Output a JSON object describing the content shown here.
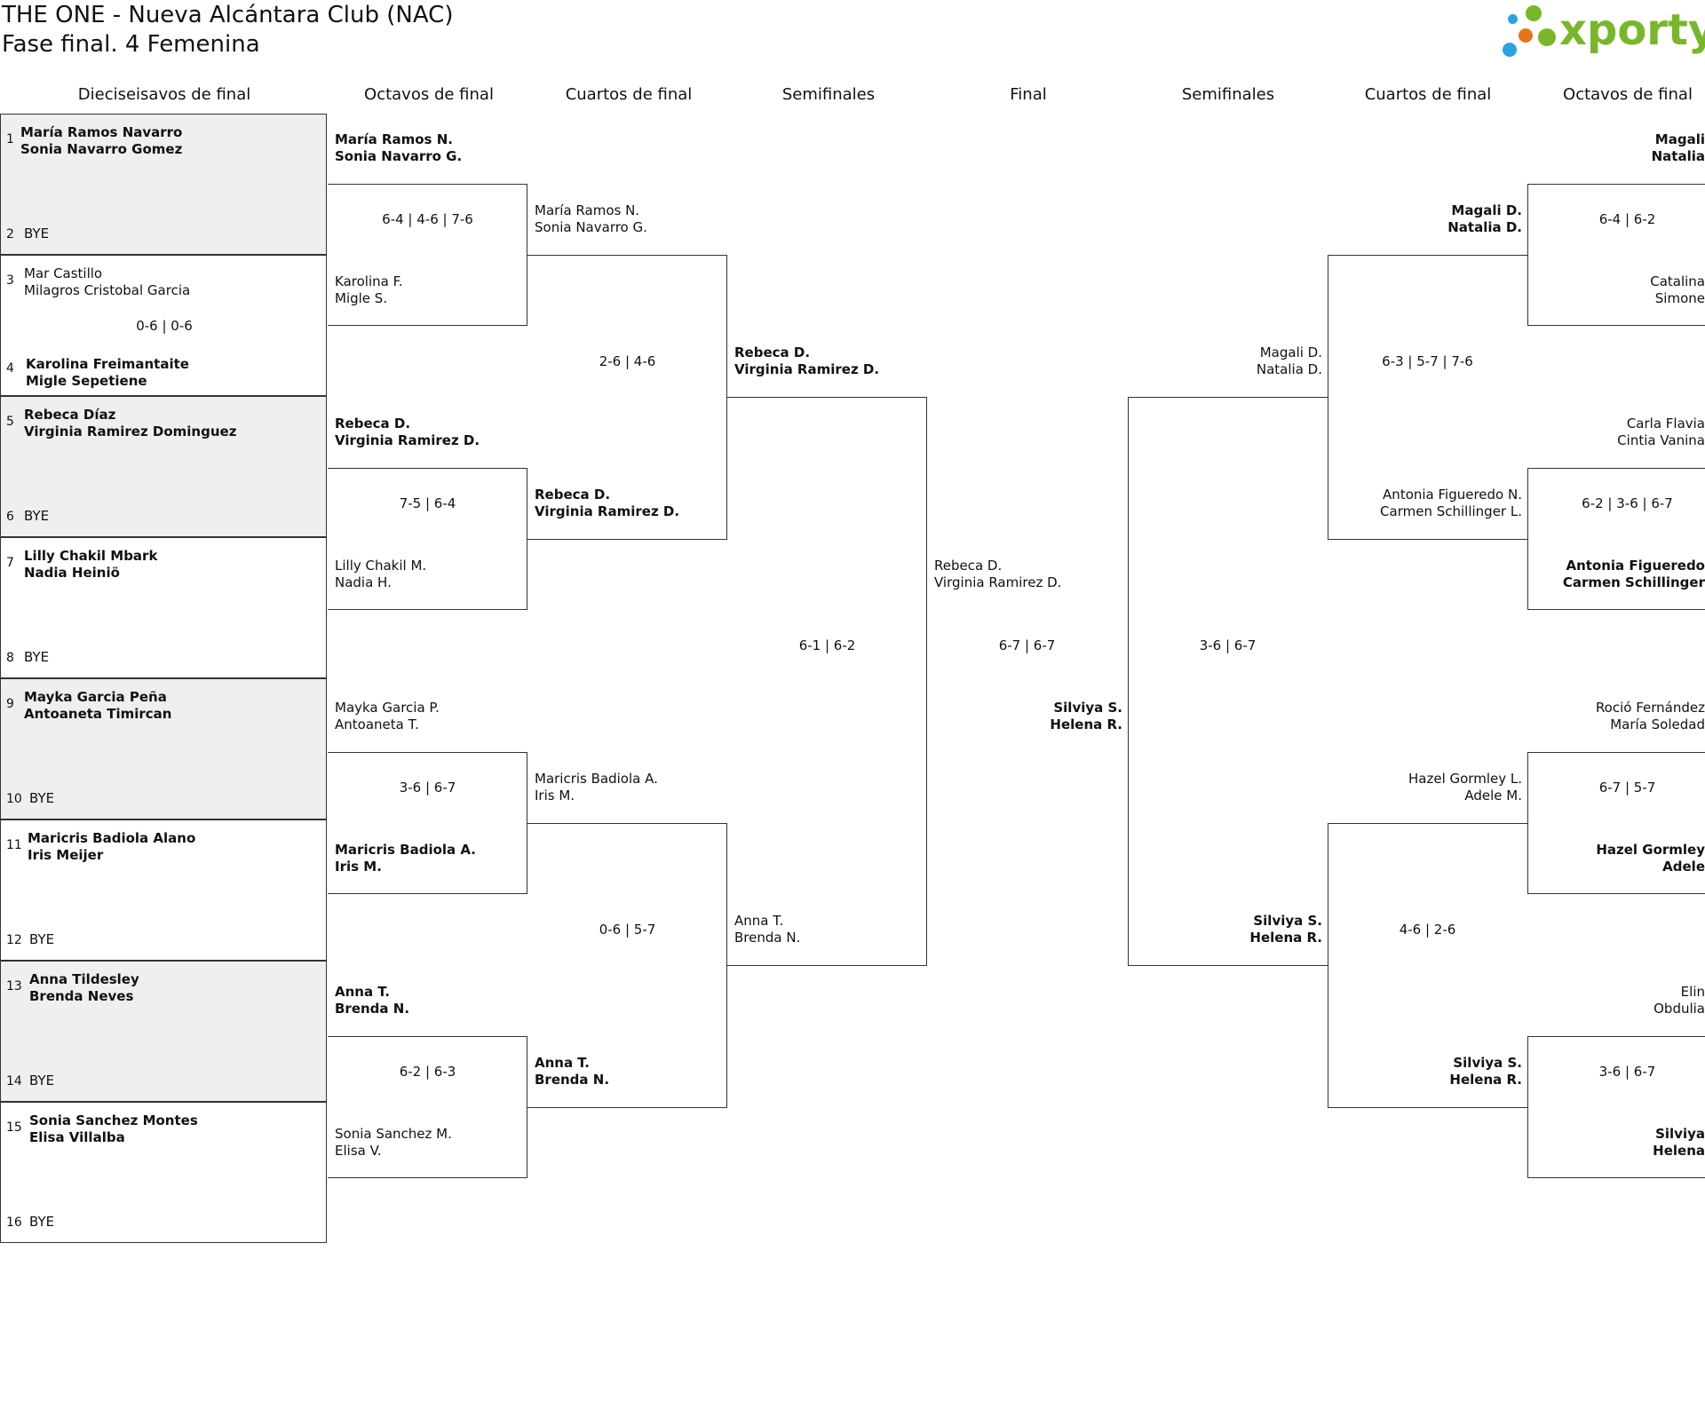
{
  "title": {
    "line1": "THE ONE - Nueva Alcántara Club (NAC)",
    "line2": "Fase final. 4 Femenina"
  },
  "logo": {
    "text": "xporty",
    "colors": [
      "#2aa4e0",
      "#79b72a",
      "#e8731f"
    ]
  },
  "headers": [
    "Dieciseisavos de final",
    "Octavos de final",
    "Cuartos de final",
    "Semifinales",
    "Final",
    "Semifinales",
    "Cuartos de final",
    "Octavos de final"
  ],
  "r32": [
    {
      "seed_a": "1",
      "a1": "María Ramos Navarro",
      "a2": "Sonia Navarro Gomez",
      "seed_b": "2",
      "b": "BYE",
      "score": ""
    },
    {
      "seed_a": "3",
      "a1": "Mar Castillo",
      "a2": "Milagros Cristobal Garcia",
      "seed_b": "4",
      "b1": "Karolina Freimantaite",
      "b2": "Migle Sepetiene",
      "score": "0-6 | 0-6"
    },
    {
      "seed_a": "5",
      "a1": "Rebeca Díaz",
      "a2": "Virginia Ramirez Dominguez",
      "seed_b": "6",
      "b": "BYE",
      "score": ""
    },
    {
      "seed_a": "7",
      "a1": "Lilly Chakil Mbark",
      "a2": "Nadia Heiniö",
      "seed_b": "8",
      "b": "BYE",
      "score": ""
    },
    {
      "seed_a": "9",
      "a1": "Mayka Garcia Peña",
      "a2": "Antoaneta Timircan",
      "seed_b": "10",
      "b": "BYE",
      "score": ""
    },
    {
      "seed_a": "11",
      "a1": "Maricris Badiola Alano",
      "a2": "Iris Meijer",
      "seed_b": "12",
      "b": "BYE",
      "score": ""
    },
    {
      "seed_a": "13",
      "a1": "Anna Tildesley",
      "a2": "Brenda Neves",
      "seed_b": "14",
      "b": "BYE",
      "score": ""
    },
    {
      "seed_a": "15",
      "a1": "Sonia Sanchez Montes",
      "a2": "Elisa Villalba",
      "seed_b": "16",
      "b": "BYE",
      "score": ""
    }
  ],
  "left_r16": [
    {
      "top1": "María Ramos N.",
      "top2": "Sonia Navarro G.",
      "bot1": "Karolina F.",
      "bot2": "Migle S.",
      "score": "6-4 | 4-6 | 7-6"
    },
    {
      "top1": "Rebeca D.",
      "top2": "Virginia Ramirez D.",
      "bot1": "Lilly Chakil M.",
      "bot2": "Nadia H.",
      "score": "7-5 | 6-4"
    },
    {
      "top1": "Mayka Garcia P.",
      "top2": "Antoaneta T.",
      "bot1": "Maricris Badiola A.",
      "bot2": "Iris M.",
      "score": "3-6 | 6-7"
    },
    {
      "top1": "Anna T.",
      "top2": "Brenda N.",
      "bot1": "Sonia Sanchez M.",
      "bot2": "Elisa V.",
      "score": "6-2 | 6-3"
    }
  ],
  "left_qf": [
    {
      "top1": "María Ramos N.",
      "top2": "Sonia Navarro G.",
      "bot1": "Rebeca D.",
      "bot2": "Virginia Ramirez D.",
      "score": "2-6 | 4-6"
    },
    {
      "top1": "Maricris Badiola A.",
      "top2": "Iris M.",
      "bot1": "Anna T.",
      "bot2": "Brenda N.",
      "score": "0-6 | 5-7"
    }
  ],
  "left_sf": {
    "top1": "Rebeca D.",
    "top2": "Virginia Ramirez D.",
    "bot1": "Anna T.",
    "bot2": "Brenda N.",
    "score": "6-1 | 6-2"
  },
  "final": {
    "left1": "Rebeca D.",
    "left2": "Virginia Ramirez D.",
    "right1": "Silviya S.",
    "right2": "Helena R.",
    "score": "6-7 | 6-7"
  },
  "right_sf": {
    "top1": "Magali D.",
    "top2": "Natalia D.",
    "bot1": "Silviya S.",
    "bot2": "Helena R.",
    "score": "3-6 | 6-7"
  },
  "right_qf": [
    {
      "top1": "Magali D.",
      "top2": "Natalia D.",
      "bot1": "Antonia Figueredo N.",
      "bot2": "Carmen Schillinger L.",
      "score": "6-3 | 5-7 | 7-6"
    },
    {
      "top1": "Hazel Gormley L.",
      "top2": "Adele M.",
      "bot1": "Silviya S.",
      "bot2": "Helena R.",
      "score": "4-6 | 2-6"
    }
  ],
  "right_r16": [
    {
      "top1": "Magali",
      "top2": "Natalia",
      "bot1": "Catalina",
      "bot2": "Simone",
      "score": "6-4 | 6-2"
    },
    {
      "top1": "Carla Flavia",
      "top2": "Cintia Vanina",
      "bot1": "Antonia Figueredo",
      "bot2": "Carmen Schillinger",
      "score": "6-2 | 3-6 | 6-7"
    },
    {
      "top1": "Roció Fernández",
      "top2": "María Soledad",
      "bot1": "Hazel Gormley",
      "bot2": "Adele",
      "score": "6-7 | 5-7"
    },
    {
      "top1": "Elin",
      "top2": "Obdulia",
      "bot1": "Silviya",
      "bot2": "Helena",
      "score": "3-6 | 6-7"
    }
  ]
}
